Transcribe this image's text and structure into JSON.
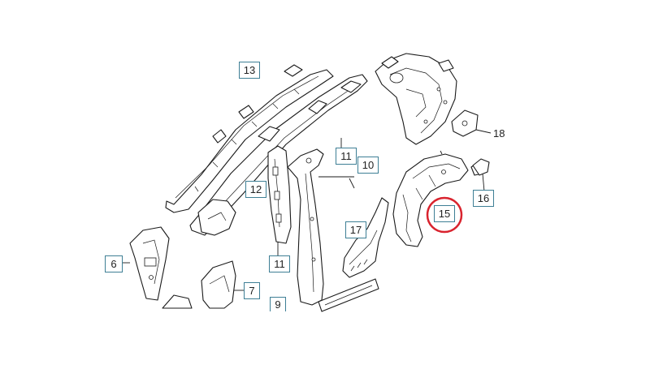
{
  "diagram": {
    "callouts": [
      {
        "id": "c13",
        "label": "13"
      },
      {
        "id": "c12",
        "label": "12"
      },
      {
        "id": "c11a",
        "label": "11"
      },
      {
        "id": "c10",
        "label": "10"
      },
      {
        "id": "c11b",
        "label": "11"
      },
      {
        "id": "c17",
        "label": "17"
      },
      {
        "id": "c15",
        "label": "15"
      },
      {
        "id": "c16",
        "label": "16"
      },
      {
        "id": "c6",
        "label": "6"
      },
      {
        "id": "c7",
        "label": "7"
      },
      {
        "id": "c9",
        "label": "9"
      }
    ],
    "plain_labels": [
      {
        "id": "p18",
        "label": "18"
      }
    ],
    "highlight": {
      "target": "15",
      "color": "#d9232e"
    },
    "callout_border_color": "#3e7f95"
  }
}
